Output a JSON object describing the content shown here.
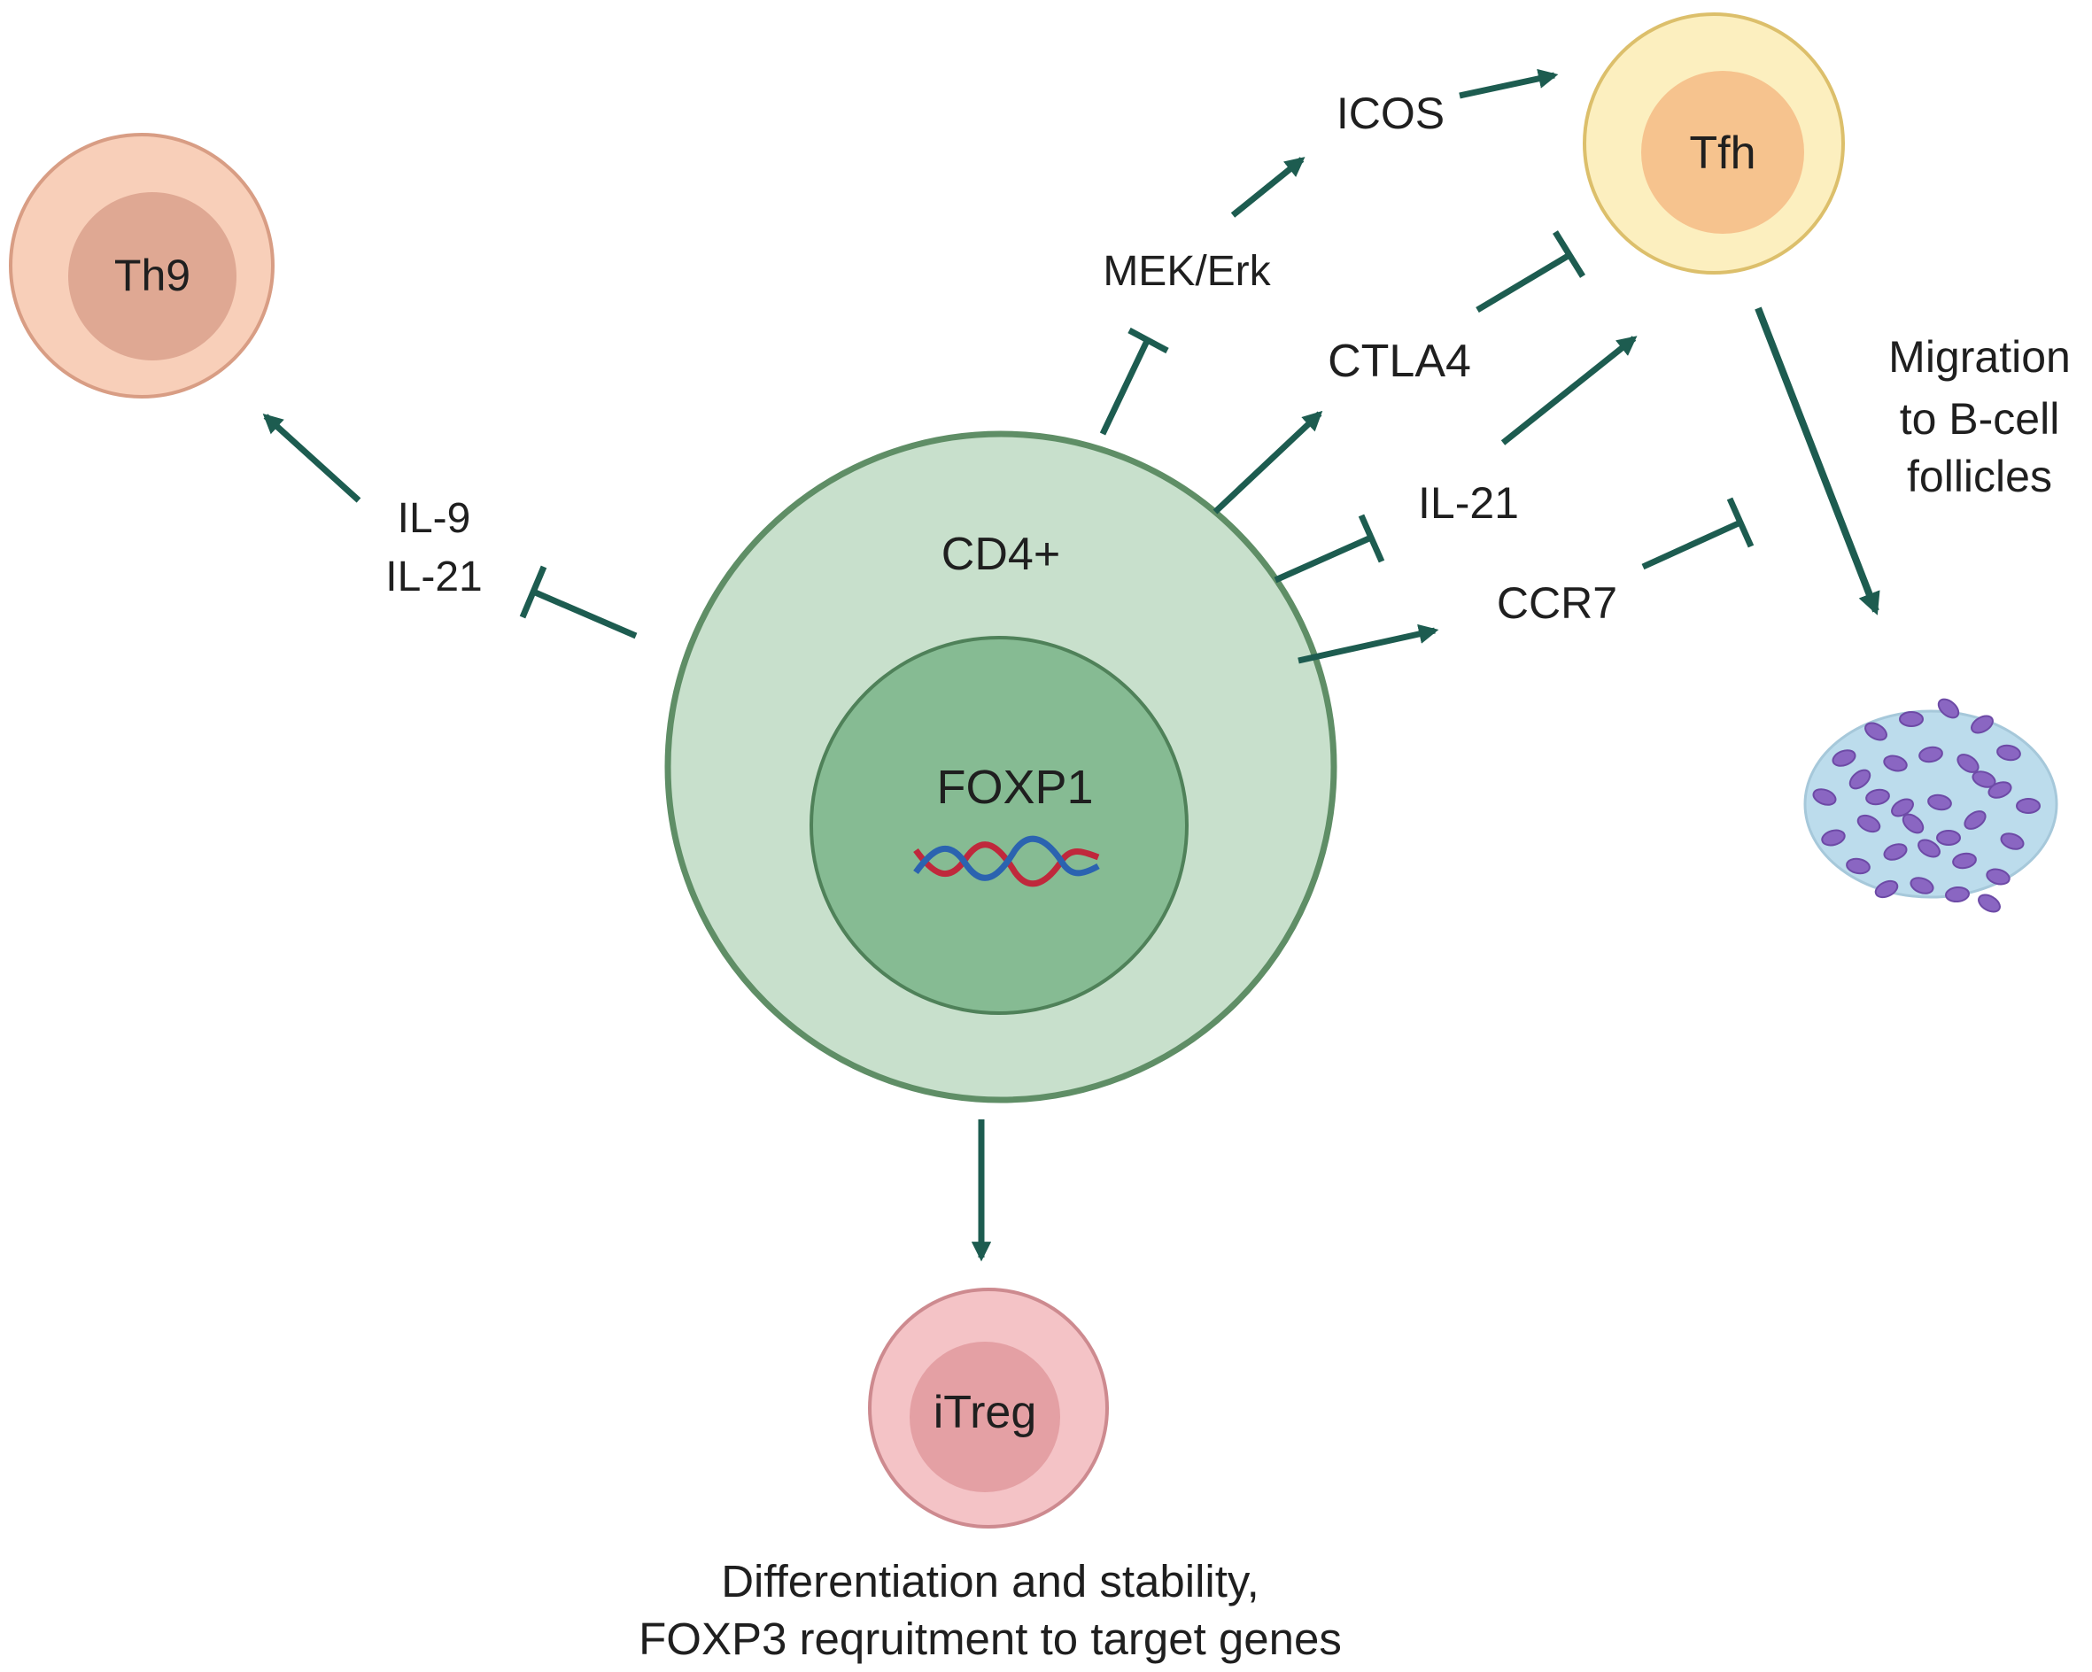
{
  "cells": {
    "center": {
      "outer_label": "CD4+",
      "inner_label": "FOXP1"
    },
    "th9": {
      "label": "Th9"
    },
    "tfh": {
      "label": "Tfh"
    },
    "itreg": {
      "label": "iTreg"
    }
  },
  "labels": {
    "il9": "IL-9",
    "il21_left": "IL-21",
    "mek_erk": "MEK/Erk",
    "icos": "ICOS",
    "ctla4": "CTLA4",
    "il21_right": "IL-21",
    "ccr7": "CCR7",
    "migration": [
      "Migration",
      "to B-cell",
      "follicles"
    ],
    "itreg_caption": [
      "Differentiation and stability,",
      "FOXP3 reqruitment to target genes"
    ]
  },
  "colors": {
    "arrow": "#1d5c50",
    "cd4_outer_fill": "#c8e0cc",
    "cd4_outer_stroke": "#5f8e66",
    "foxp1_fill": "#86bb93",
    "foxp1_stroke": "#4f8159",
    "th9_outer": "#f8cfb9",
    "th9_inner": "#dfa893",
    "tfh_outer": "#fcefbf",
    "tfh_inner": "#f6c38e",
    "itreg_outer": "#f4c3c6",
    "itreg_inner": "#e4a0a4",
    "follicle_fill": "#bcdcec",
    "follicle_cell": "#8a66c2",
    "dna_red": "#c0283c",
    "dna_blue": "#2b63b0"
  }
}
